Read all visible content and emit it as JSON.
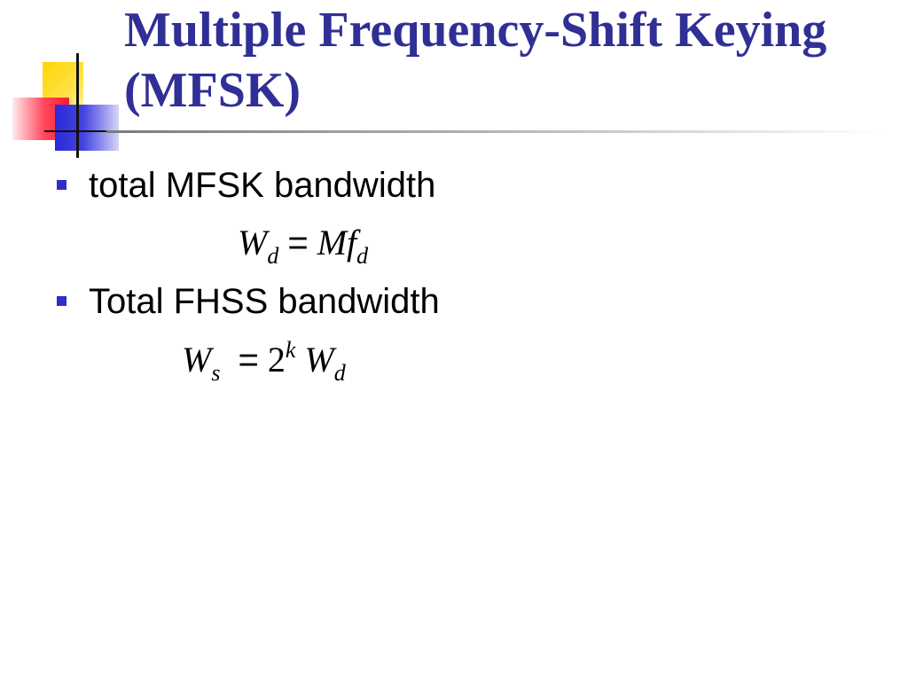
{
  "slide": {
    "title_line1": "Multiple Frequency-Shift Keying",
    "title_line2": "(MFSK)",
    "bullets": [
      {
        "text": "total MFSK bandwidth"
      },
      {
        "text": "Total FHSS bandwidth"
      }
    ],
    "equation1": {
      "lhs_var": "W",
      "lhs_sub": "d",
      "op": "=",
      "rhs_var": "Mf",
      "rhs_sub": "d"
    },
    "equation2": {
      "lhs_var": "W",
      "lhs_sub": "s",
      "op": "=",
      "base": "2",
      "exp": "k",
      "rhs_var": "W",
      "rhs_sub": "d"
    }
  },
  "colors": {
    "title": "#2f2f96",
    "bullet_marker": "#2f2fc8",
    "logo_yellow": "#ffd400",
    "logo_red": "#ff1a2c",
    "logo_blue": "#2a2ad8"
  }
}
